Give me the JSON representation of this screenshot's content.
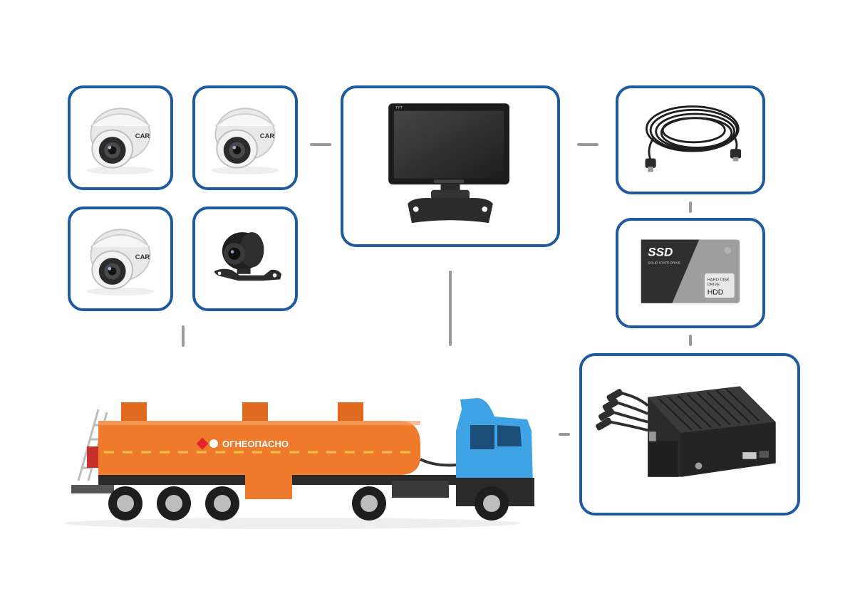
{
  "colors": {
    "frame": "#1d5aa0",
    "connector": "#9a9a9a",
    "tank": "#f07a2c",
    "cab": "#3ea4e6",
    "device_dark": "#2a2a2a"
  },
  "components": {
    "dome_camera_1": {
      "icon": "dome-camera-icon",
      "brand": "CAR"
    },
    "dome_camera_2": {
      "icon": "dome-camera-icon",
      "brand": "CAR"
    },
    "dome_camera_3": {
      "icon": "dome-camera-icon",
      "brand": "CAR"
    },
    "mini_camera": {
      "icon": "mini-camera-icon"
    },
    "monitor": {
      "icon": "monitor-icon",
      "label": "TFT"
    },
    "cable": {
      "icon": "extension-cable-icon"
    },
    "storage": {
      "icon": "ssd-hdd-icon",
      "ssd_label": "SSD",
      "ssd_sub": "SOLID STATE DRIVE",
      "hdd_line1": "HARD DISK",
      "hdd_line2": "DRIVE",
      "hdd_label": "HDD"
    },
    "dvr": {
      "icon": "mobile-dvr-icon"
    }
  },
  "truck": {
    "icon": "fuel-tanker-truck-icon",
    "tank_text": "ОГНЕОПАСНО"
  }
}
